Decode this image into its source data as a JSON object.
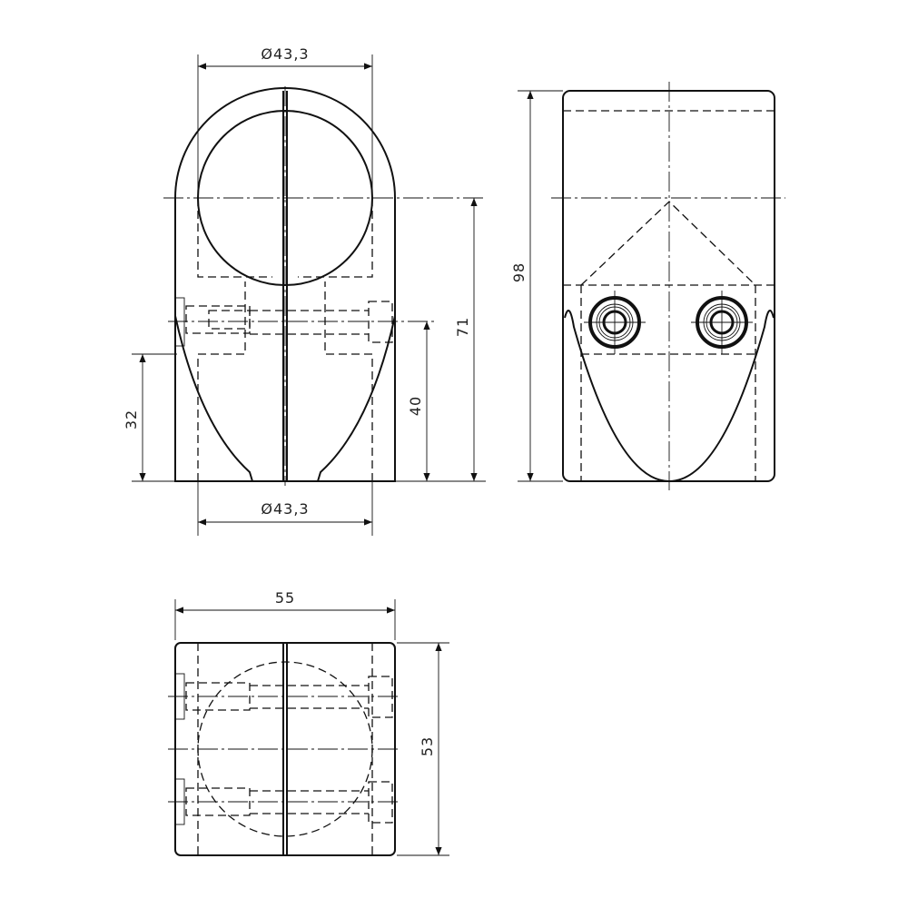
{
  "dimensions": {
    "front_top_diameter": "Ø43,3",
    "front_bottom_diameter": "Ø43,3",
    "height_32": "32",
    "height_40": "40",
    "height_71": "71",
    "side_height_98": "98",
    "top_width_55": "55",
    "top_depth_53": "53"
  }
}
